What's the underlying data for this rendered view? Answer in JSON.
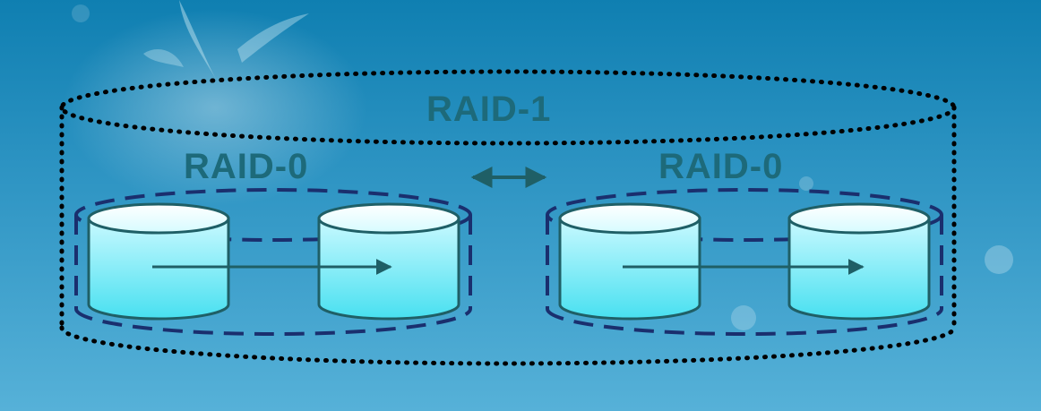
{
  "diagram": {
    "outer_group": {
      "label": "RAID-1",
      "border_style": "dotted",
      "border_color": "#000000"
    },
    "inner_groups": [
      {
        "label": "RAID-0",
        "border_style": "dashed",
        "border_color": "#1a2f6e",
        "disks": 2
      },
      {
        "label": "RAID-0",
        "border_style": "dashed",
        "border_color": "#1a2f6e",
        "disks": 2
      }
    ],
    "mirror_arrow": "double-headed arrow between the two RAID-0 groups",
    "stripe_arrow": "arrow across the disks of each RAID-0 group",
    "colors": {
      "background": "#2a8fc0",
      "disk_fill": "#7ff0f8",
      "disk_stroke": "#1f5f66",
      "label_text": "#1d6a7a",
      "arrow": "#1f5f66"
    }
  }
}
